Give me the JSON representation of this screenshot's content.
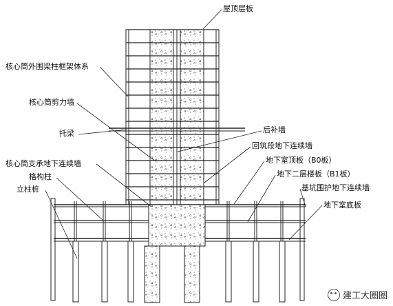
{
  "labels": {
    "roof_slab": "屋顶层板",
    "outer_frame": "核心筒外围梁柱框架体系",
    "shear_wall": "核心筒剪力墙",
    "transfer_beam": "托梁",
    "post_cast_wall": "后补墙",
    "backfill_wall": "回筑段地下连续墙",
    "support_wall": "核心筒支承地下连续墙",
    "b0_slab": "地下室顶板（B0板）",
    "lattice_column": "格构柱",
    "b1_slab": "地下二层楼板（B1板）",
    "pile_column": "立柱桩",
    "retaining_wall": "基坑围护地下连续墙",
    "base_slab": "地下室底板"
  },
  "watermark": "建工大圈圈"
}
